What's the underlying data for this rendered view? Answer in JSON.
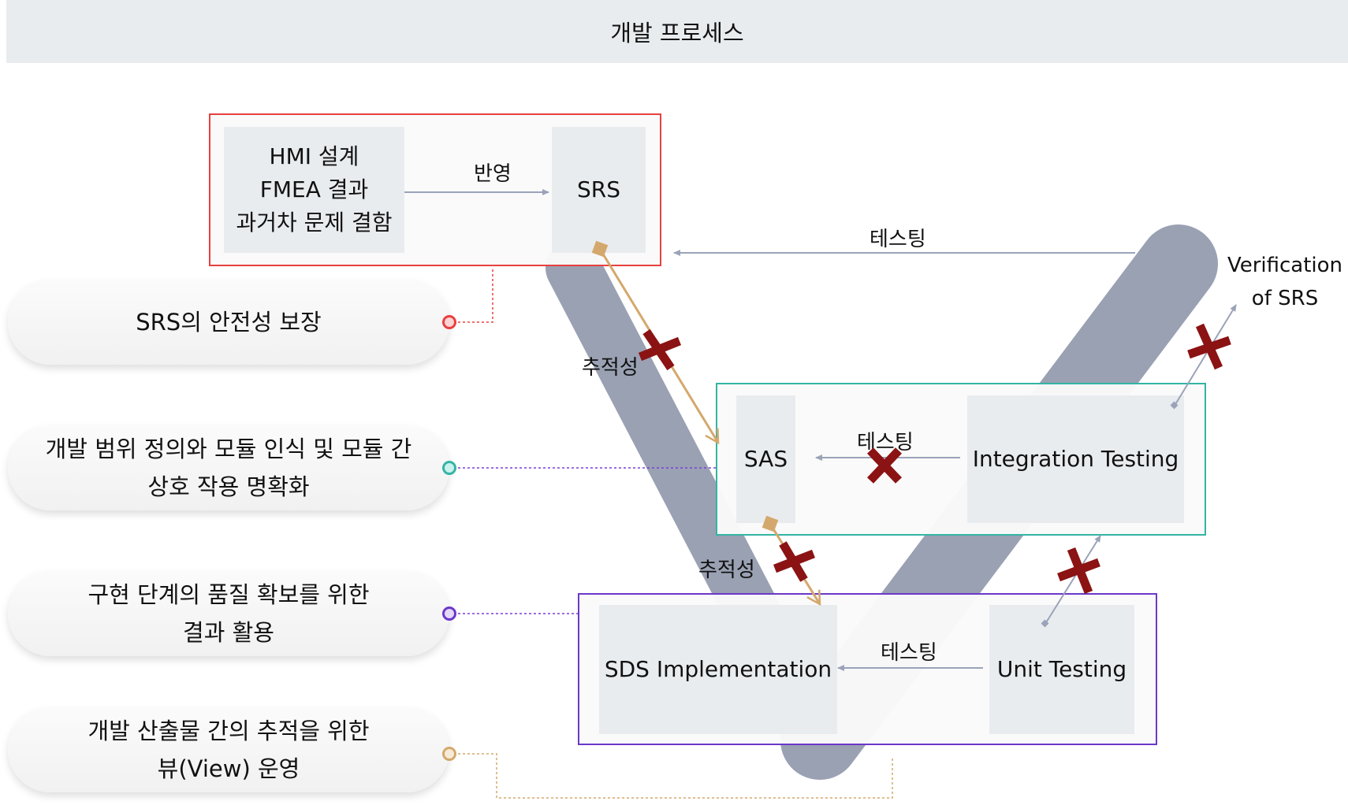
{
  "header": {
    "title": "개발 프로세스"
  },
  "pills": [
    {
      "line1": "SRS의 안전성 보장",
      "line2": ""
    },
    {
      "line1": "개발 범위 정의와 모듈 인식 및 모듈 간",
      "line2": "상호 작용 명확화"
    },
    {
      "line1": "구현 단계의 품질 확보를 위한",
      "line2": "결과 활용"
    },
    {
      "line1": "개발 산출물 간의 추적을 위한",
      "line2": "뷰(View) 운영"
    }
  ],
  "srs_group": {
    "inputs": [
      "HMI 설계",
      "FMEA 결과",
      "과거차 문제 결함"
    ],
    "arrow_label": "반영",
    "srs": "SRS"
  },
  "integration_group": {
    "sas": "SAS",
    "arrow_label": "테스팅",
    "integration": "Integration Testing"
  },
  "unit_group": {
    "sds": "SDS Implementation",
    "arrow_label": "테스팅",
    "unit": "Unit Testing"
  },
  "labels": {
    "top_testing": "테스팅",
    "trace1": "추적성",
    "trace2": "추적성",
    "verification_line1": "Verification",
    "verification_line2": "of SRS"
  },
  "colors": {
    "srs_frame": "#e8403f",
    "integration_frame": "#34b4a4",
    "unit_frame": "#6b38c9",
    "trace_connector": "#d4a86c",
    "v_band": "#9aa1b3",
    "cross": "#8b1313",
    "arrow": "#9aa3b8"
  }
}
